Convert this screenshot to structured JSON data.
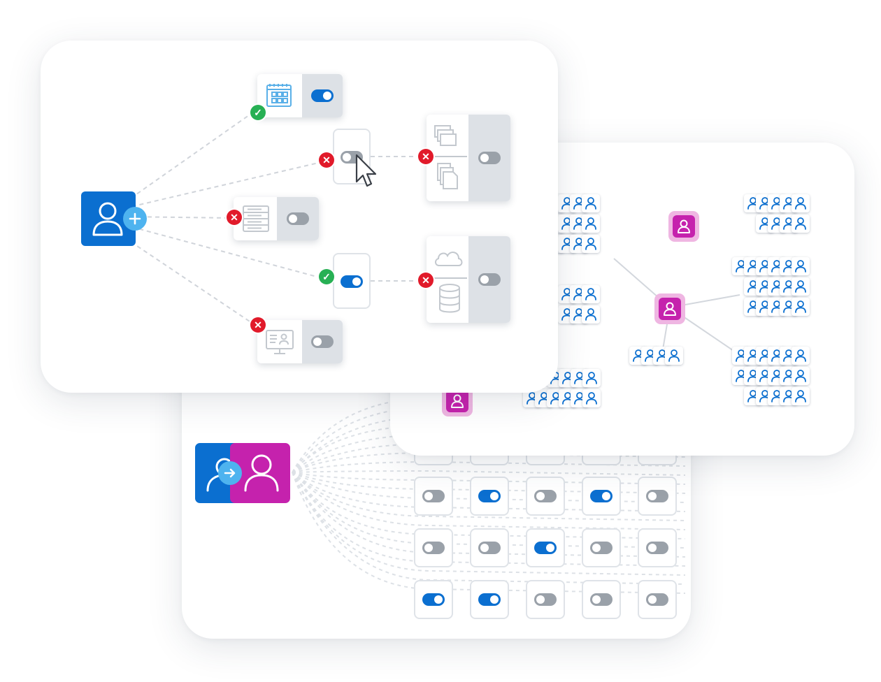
{
  "theme": {
    "accent_blue": "#0b6fd0",
    "accent_light_blue": "#4eb3ef",
    "accent_magenta": "#c522ad",
    "magenta_halo": "#efb6e2",
    "toggle_off": "#9aa1a9",
    "panel_gray": "#dde1e6",
    "ok_green": "#27b054",
    "deny_red": "#e11a2a",
    "icon_gray": "#c3c8ce",
    "icon_blue": "#5ab0e8"
  },
  "access_flow": {
    "new_user_avatar": {
      "icon": "user-add-icon"
    },
    "top_level_items": [
      {
        "icon": "calendar-app-icon",
        "toggle": "on",
        "status": "approved"
      },
      {
        "icon": "settings-group-icon",
        "toggle": "off",
        "status": "denied"
      },
      {
        "icon": "server-rack-icon",
        "toggle": "off",
        "status": "denied"
      },
      {
        "icon": "storage-group-icon",
        "toggle": "on",
        "status": "approved"
      },
      {
        "icon": "remote-desktop-icon",
        "toggle": "off",
        "status": "denied"
      }
    ],
    "secondary_items": [
      {
        "icons": [
          "windows-stack-icon",
          "documents-icon"
        ],
        "toggle": "off",
        "status": "denied"
      },
      {
        "icons": [
          "cloud-icon",
          "database-icon"
        ],
        "toggle": "off",
        "status": "denied"
      }
    ]
  },
  "group_graph": {
    "hubs": [
      {
        "icon": "user-hub-icon",
        "role": "center"
      },
      {
        "icon": "user-hub-icon",
        "role": "standalone"
      },
      {
        "icon": "user-hub-icon",
        "role": "lower-left"
      }
    ],
    "clusters": [
      {
        "rows": [
          5,
          5,
          5
        ],
        "align": "left"
      },
      {
        "rows": [
          3,
          3
        ],
        "align": "left"
      },
      {
        "rows": [
          4,
          6
        ],
        "align": "left"
      },
      {
        "rows": [
          5,
          4
        ],
        "align": "right"
      },
      {
        "rows": [
          6,
          5,
          5
        ],
        "align": "right"
      },
      {
        "rows": [
          4
        ],
        "align": "center"
      },
      {
        "rows": [
          6,
          6,
          5
        ],
        "align": "right"
      }
    ]
  },
  "transfer": {
    "source_icon": "user-icon",
    "target_icon": "user-icon",
    "arrow_icon": "arrow-right-icon",
    "toggle_grid": [
      [
        "off",
        "off",
        "off",
        "off",
        "off"
      ],
      [
        "off",
        "on",
        "off",
        "on",
        "off"
      ],
      [
        "off",
        "off",
        "on",
        "off",
        "off"
      ],
      [
        "on",
        "on",
        "off",
        "off",
        "off"
      ]
    ]
  }
}
